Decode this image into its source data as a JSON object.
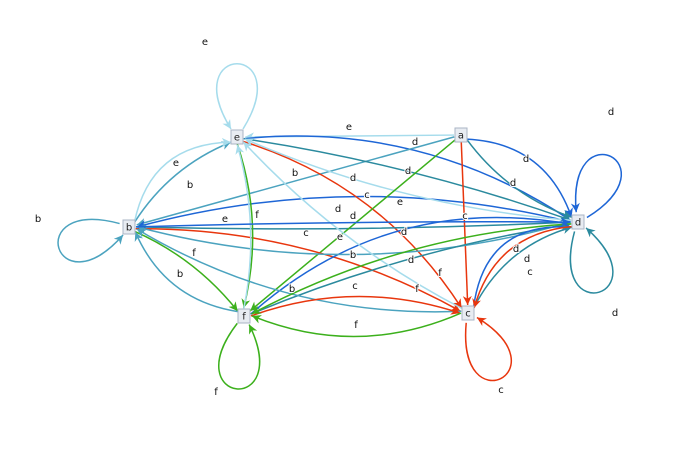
{
  "colors": {
    "light_blue": "#a6dcec",
    "steel_blue": "#4ba3bf",
    "teal": "#2b8a9e",
    "blue": "#1e66d6",
    "green": "#3cb01c",
    "red": "#e8360e",
    "node_fill": "#e8ecf2",
    "node_stroke": "#aab4c4"
  },
  "nodes": [
    {
      "id": "e",
      "label": "e"
    },
    {
      "id": "a",
      "label": "a"
    },
    {
      "id": "b",
      "label": "b"
    },
    {
      "id": "d",
      "label": "d"
    },
    {
      "id": "f",
      "label": "f"
    },
    {
      "id": "c",
      "label": "c"
    }
  ],
  "edges": [
    {
      "from": "e",
      "to": "e",
      "label": "e",
      "color": "light_blue"
    },
    {
      "from": "b",
      "to": "b",
      "label": "b",
      "color": "steel_blue"
    },
    {
      "from": "d",
      "to": "d",
      "label": "d",
      "color": "blue"
    },
    {
      "from": "d",
      "to": "d",
      "label": "d",
      "color": "teal"
    },
    {
      "from": "f",
      "to": "f",
      "label": "f",
      "color": "green"
    },
    {
      "from": "c",
      "to": "c",
      "label": "c",
      "color": "red"
    },
    {
      "from": "a",
      "to": "e",
      "label": "e",
      "color": "light_blue"
    },
    {
      "from": "e",
      "to": "d",
      "label": "d",
      "color": "blue"
    },
    {
      "from": "a",
      "to": "b",
      "label": "b",
      "color": "steel_blue"
    },
    {
      "from": "e",
      "to": "d",
      "label": "d",
      "color": "teal"
    },
    {
      "from": "d",
      "to": "b",
      "label": "d",
      "color": "blue"
    },
    {
      "from": "e",
      "to": "c",
      "label": "c",
      "color": "red"
    },
    {
      "from": "d",
      "to": "e",
      "label": "e",
      "color": "light_blue"
    },
    {
      "from": "b",
      "to": "d",
      "label": "d",
      "color": "teal"
    },
    {
      "from": "a",
      "to": "c",
      "label": "c",
      "color": "red"
    },
    {
      "from": "a",
      "to": "f",
      "label": "e",
      "color": "green"
    },
    {
      "from": "b",
      "to": "c",
      "label": "c",
      "color": "red"
    },
    {
      "from": "f",
      "to": "d",
      "label": "d",
      "color": "blue"
    },
    {
      "from": "d",
      "to": "b",
      "label": "b",
      "color": "steel_blue"
    },
    {
      "from": "f",
      "to": "d",
      "label": "d",
      "color": "teal"
    },
    {
      "from": "c",
      "to": "e",
      "label": "f",
      "color": "light_blue"
    },
    {
      "from": "b",
      "to": "e",
      "label": "b",
      "color": "steel_blue"
    },
    {
      "from": "b",
      "to": "e",
      "label": "e",
      "color": "light_blue"
    },
    {
      "from": "e",
      "to": "f",
      "label": "f",
      "color": "green"
    },
    {
      "from": "f",
      "to": "e",
      "label": "e",
      "color": "light_blue"
    },
    {
      "from": "b",
      "to": "f",
      "label": "f",
      "color": "green"
    },
    {
      "from": "f",
      "to": "b",
      "label": "b",
      "color": "steel_blue"
    },
    {
      "from": "c",
      "to": "b",
      "label": "b",
      "color": "steel_blue"
    },
    {
      "from": "f",
      "to": "c",
      "label": "c",
      "color": "red"
    },
    {
      "from": "d",
      "to": "f",
      "label": "f",
      "color": "green"
    },
    {
      "from": "c",
      "to": "f",
      "label": "f",
      "color": "green"
    },
    {
      "from": "c",
      "to": "d",
      "label": "d",
      "color": "blue"
    },
    {
      "from": "c",
      "to": "d",
      "label": "d",
      "color": "teal"
    },
    {
      "from": "d",
      "to": "c",
      "label": "c",
      "color": "red"
    },
    {
      "from": "a",
      "to": "d",
      "label": "d",
      "color": "blue"
    },
    {
      "from": "a",
      "to": "d",
      "label": "d",
      "color": "teal"
    },
    {
      "from": "b",
      "to": "d",
      "label": "d",
      "color": "blue"
    }
  ]
}
